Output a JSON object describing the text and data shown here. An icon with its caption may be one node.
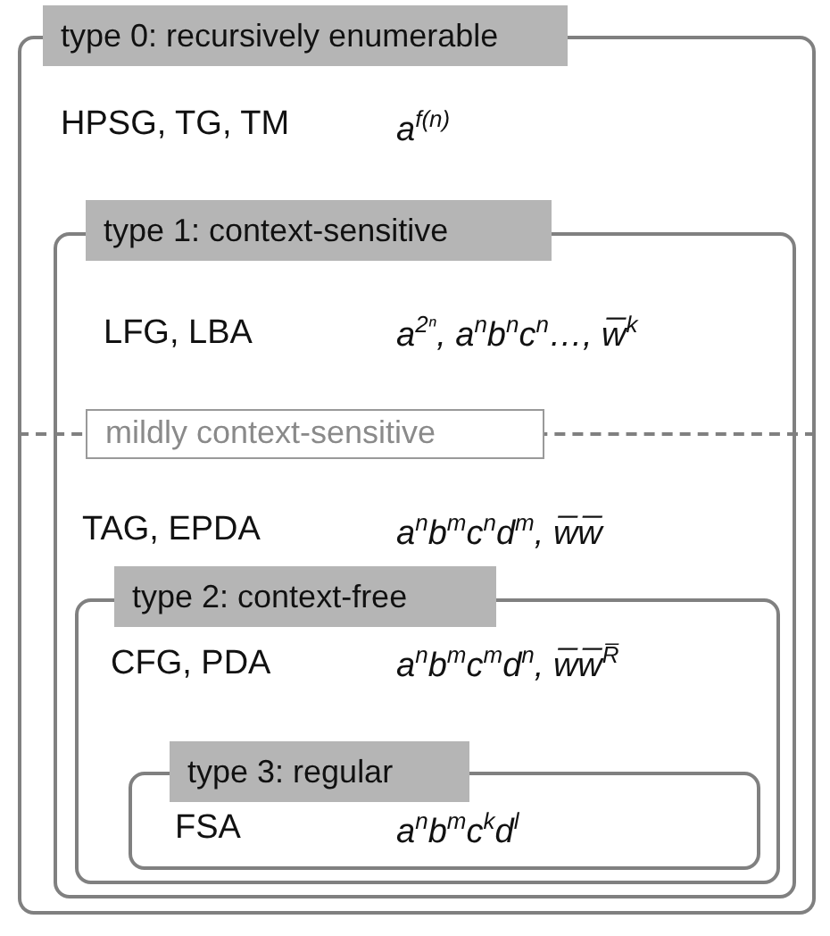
{
  "diagram": {
    "nodes": [
      {
        "text": [
          "type 0: recursively enumerable",
          "HPSG, TG, TM",
          "a$^{f(n)}$"
        ]
      },
      {
        "text": [
          "type 1: context-sensitive",
          "LFG, LBA",
          "a$^{2ⁿ}$, a$^{n}$b$^{n}$c$^{n}$…, w̅$^{k}$",
          "TAG, EPDA",
          "a$^{n}$b$^{m}$c$^{n}$d$^{m}$, w̅w̅"
        ],
        "in": 0
      },
      {
        "text": [
          "mildly context-sensitive"
        ],
        "in": 1
      },
      {
        "text": [
          "type 2: context-free",
          "CFG, PDA",
          "a$^{n}$b$^{m}$c$^{m}$d$^{n}$, w̅w̅$^{R̅}$"
        ],
        "in": 1
      },
      {
        "text": [
          "type 3: regular",
          "FSA",
          "a$^{n}$b$^{m}$c$^{k}$d$^{l}$"
        ],
        "in": 3
      }
    ],
    "edges": []
  }
}
